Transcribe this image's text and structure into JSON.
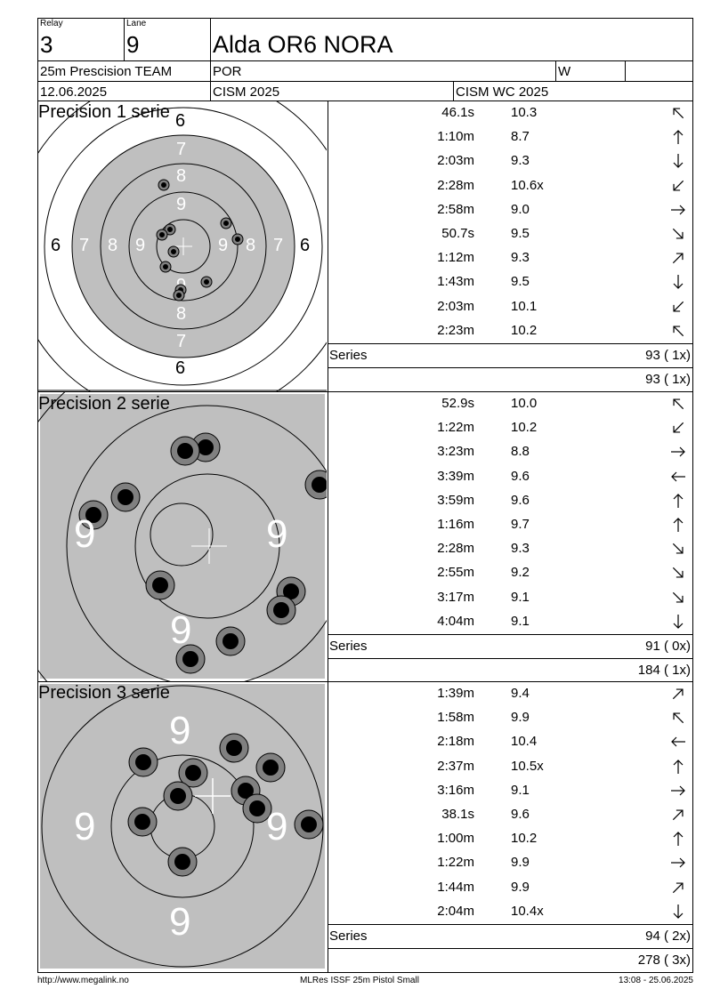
{
  "header": {
    "relay_label": "Relay",
    "relay_value": "3",
    "lane_label": "Lane",
    "lane_value": "9",
    "shooter_name": "Alda OR6 NORA",
    "event": "25m Prescision TEAM",
    "nation": "POR",
    "gender": "W",
    "date": "12.06.2025",
    "competition": "CISM 2025",
    "match": "CISM WC 2025"
  },
  "panels": [
    {
      "title": "Precision 1 serie",
      "shots": [
        {
          "time": "46.1s",
          "score": "10.3",
          "dir": "up-left"
        },
        {
          "time": "1:10m",
          "score": "8.7",
          "dir": "up"
        },
        {
          "time": "2:03m",
          "score": "9.3",
          "dir": "down"
        },
        {
          "time": "2:28m",
          "score": "10.6x",
          "dir": "down-left"
        },
        {
          "time": "2:58m",
          "score": "9.0",
          "dir": "right"
        },
        {
          "time": "50.7s",
          "score": "9.5",
          "dir": "down-right"
        },
        {
          "time": "1:12m",
          "score": "9.3",
          "dir": "up-right"
        },
        {
          "time": "1:43m",
          "score": "9.5",
          "dir": "down"
        },
        {
          "time": "2:03m",
          "score": "10.1",
          "dir": "down-left"
        },
        {
          "time": "2:23m",
          "score": "10.2",
          "dir": "up-left"
        }
      ],
      "series_label": "Series",
      "series_value": "93 ( 1x)",
      "total_value": "93 ( 1x)"
    },
    {
      "title": "Precision 2 serie",
      "shots": [
        {
          "time": "52.9s",
          "score": "10.0",
          "dir": "up-left"
        },
        {
          "time": "1:22m",
          "score": "10.2",
          "dir": "down-left"
        },
        {
          "time": "3:23m",
          "score": "8.8",
          "dir": "right"
        },
        {
          "time": "3:39m",
          "score": "9.6",
          "dir": "left"
        },
        {
          "time": "3:59m",
          "score": "9.6",
          "dir": "up"
        },
        {
          "time": "1:16m",
          "score": "9.7",
          "dir": "up"
        },
        {
          "time": "2:28m",
          "score": "9.3",
          "dir": "down-right"
        },
        {
          "time": "2:55m",
          "score": "9.2",
          "dir": "down-right"
        },
        {
          "time": "3:17m",
          "score": "9.1",
          "dir": "down-right"
        },
        {
          "time": "4:04m",
          "score": "9.1",
          "dir": "down"
        }
      ],
      "series_label": "Series",
      "series_value": "91 ( 0x)",
      "total_value": "184 ( 1x)"
    },
    {
      "title": "Precision 3 serie",
      "shots": [
        {
          "time": "1:39m",
          "score": "9.4",
          "dir": "up-right"
        },
        {
          "time": "1:58m",
          "score": "9.9",
          "dir": "up-left"
        },
        {
          "time": "2:18m",
          "score": "10.4",
          "dir": "left"
        },
        {
          "time": "2:37m",
          "score": "10.5x",
          "dir": "up"
        },
        {
          "time": "3:16m",
          "score": "9.1",
          "dir": "right"
        },
        {
          "time": "38.1s",
          "score": "9.6",
          "dir": "up-right"
        },
        {
          "time": "1:00m",
          "score": "10.2",
          "dir": "up"
        },
        {
          "time": "1:22m",
          "score": "9.9",
          "dir": "right"
        },
        {
          "time": "1:44m",
          "score": "9.9",
          "dir": "up-right"
        },
        {
          "time": "2:04m",
          "score": "10.4x",
          "dir": "down"
        }
      ],
      "series_label": "Series",
      "series_value": "94 ( 2x)",
      "total_value": "278 ( 3x)"
    }
  ],
  "target1_numbers": {
    "six": "6",
    "seven": "7",
    "eight": "8",
    "nine": "9"
  },
  "zoom_nine": "9",
  "footer": {
    "url": "http://www.megalink.no",
    "program": "MLRes ISSF 25m Pistol Small",
    "timestamp": "13:08 - 25.06.2025"
  },
  "colors": {
    "target_gray": "#bfbfbf",
    "hole_dark": "#000000",
    "hole_ring": "#808080"
  }
}
